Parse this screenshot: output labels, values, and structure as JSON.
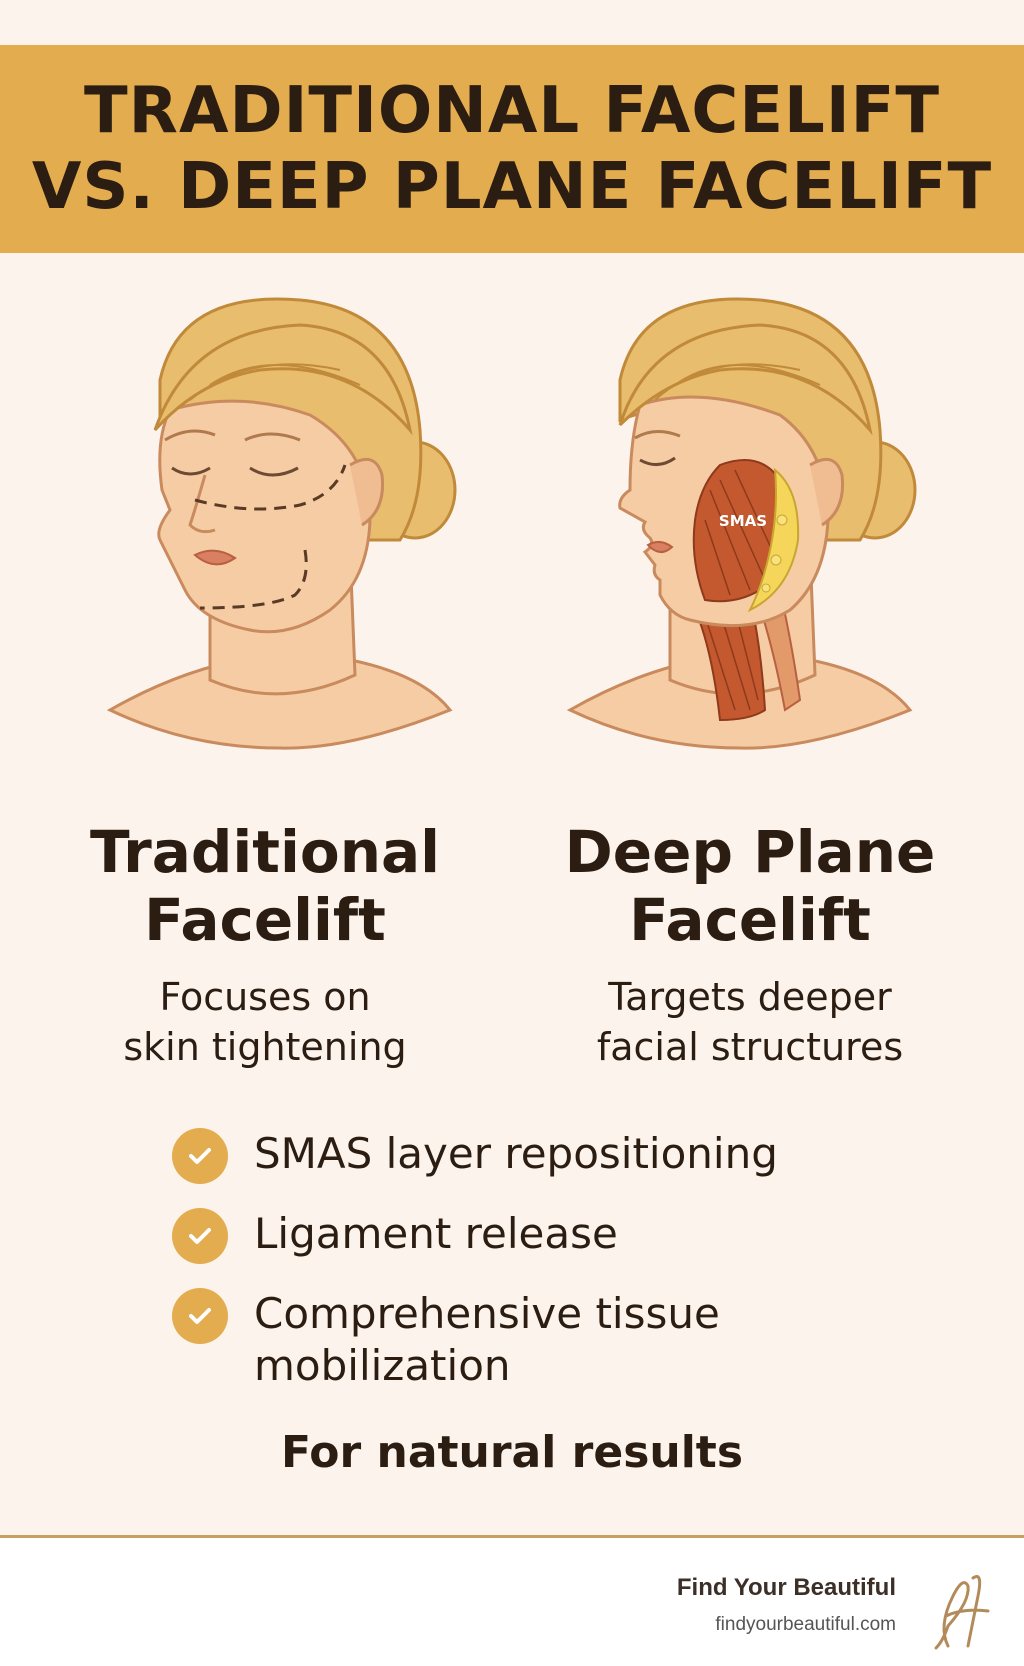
{
  "header": {
    "title_line1": "TRADITIONAL FACELIFT",
    "title_line2": "VS. DEEP PLANE FACELIFT"
  },
  "left": {
    "title_line1": "Traditional",
    "title_line2": "Facelift",
    "desc_line1": "Focuses on",
    "desc_line2": "skin tightening"
  },
  "right": {
    "smas_label": "SMAS",
    "title_line1": "Deep Plane",
    "title_line2": "Facelift",
    "desc_line1": "Targets deeper",
    "desc_line2": "facial structures"
  },
  "benefits": [
    {
      "line1": "SMAS layer repositioning",
      "line2": ""
    },
    {
      "line1": "Ligament release",
      "line2": ""
    },
    {
      "line1": "Comprehensive tissue",
      "line2": "mobilization"
    }
  ],
  "closing": "For natural results",
  "footer": {
    "brand": "Find Your Beautiful",
    "url": "findyourbeautiful.com"
  },
  "colors": {
    "accent": "#e3ad4f",
    "background": "#fcf4ec",
    "text": "#2b1d12",
    "skin": "#f5cca3",
    "hair": "#e8bd6d",
    "muscle": "#c4582f"
  }
}
